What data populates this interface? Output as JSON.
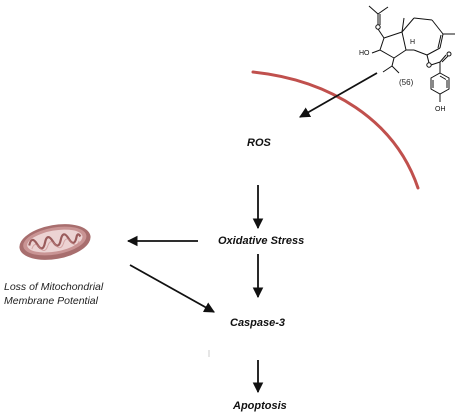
{
  "nodes": {
    "ros": "ROS",
    "oxidative_stress": "Oxidative Stress",
    "caspase": "Caspase-3",
    "apoptosis": "Apoptosis"
  },
  "mitochondria": {
    "label_line1": "Loss of Mitochondrial",
    "label_line2": "Membrane Potential"
  },
  "compound": {
    "number": "(56)",
    "atom_labels": {
      "ho": "HO",
      "h": "H",
      "oh": "OH"
    }
  },
  "colors": {
    "membrane": "#c0504d",
    "mitochondria_outer": "#b07878",
    "mitochondria_inner": "#e8c9c9",
    "arrow": "#111111"
  }
}
